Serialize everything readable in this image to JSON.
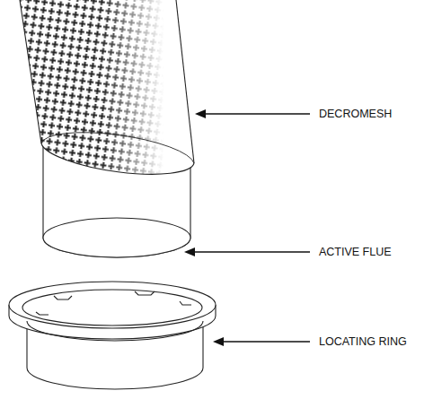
{
  "diagram": {
    "labels": [
      "DECROMESH",
      "ACTIVE FLUE",
      "LOCATING RING"
    ]
  }
}
